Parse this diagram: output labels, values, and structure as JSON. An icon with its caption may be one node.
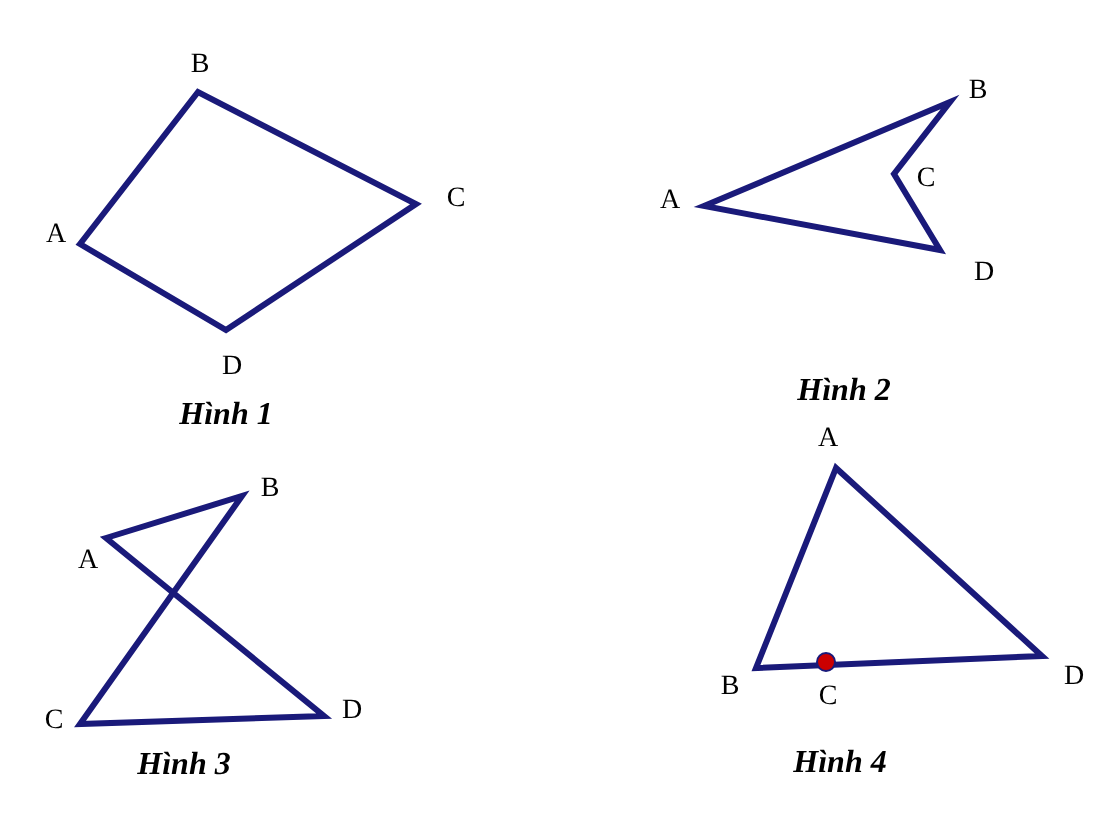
{
  "diagram": {
    "labels": [
      "B",
      "A",
      "C",
      "D",
      "Hình 1",
      "B",
      "A",
      "C",
      "D",
      "Hình 2",
      "B",
      "A",
      "C",
      "D",
      "Hình 3",
      "A",
      "B",
      "C",
      "D",
      "Hình 4"
    ]
  }
}
